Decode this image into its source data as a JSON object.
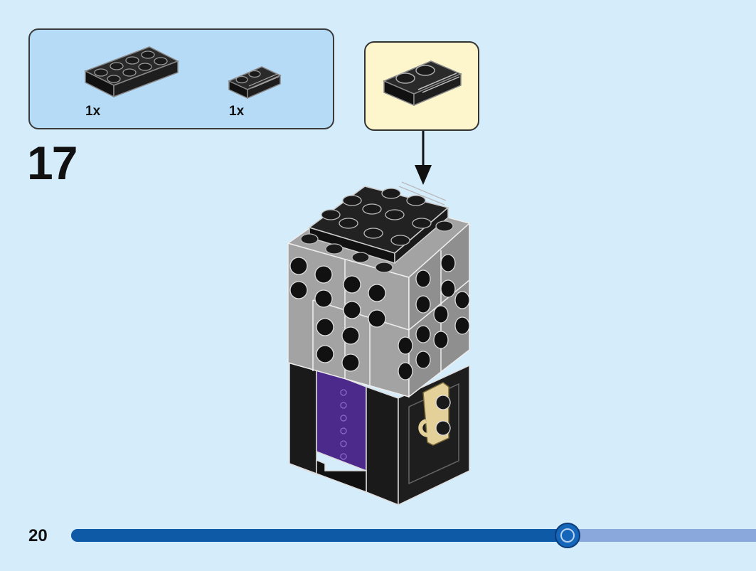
{
  "step": {
    "number": "17"
  },
  "page": {
    "number": "20"
  },
  "parts_list": [
    {
      "qty": "1x",
      "part": "plate-2x4-black"
    },
    {
      "qty": "1x",
      "part": "plate-1x2-with-rail-black"
    }
  ],
  "callout": {
    "part": "plate-1x2-with-rail-black"
  },
  "progress": {
    "fraction": 0.725
  },
  "colors": {
    "background": "#d5ecfb",
    "parts_box": "#b6dbf6",
    "callout_box": "#fdf5cc",
    "progress_fill": "#0f5aa6",
    "progress_track": "#8ba8dc",
    "brick_black": "#1c1c1c",
    "brick_gray": "#a3a3a3",
    "brick_purple": "#4b2a8c",
    "brick_tan": "#e3d199"
  }
}
